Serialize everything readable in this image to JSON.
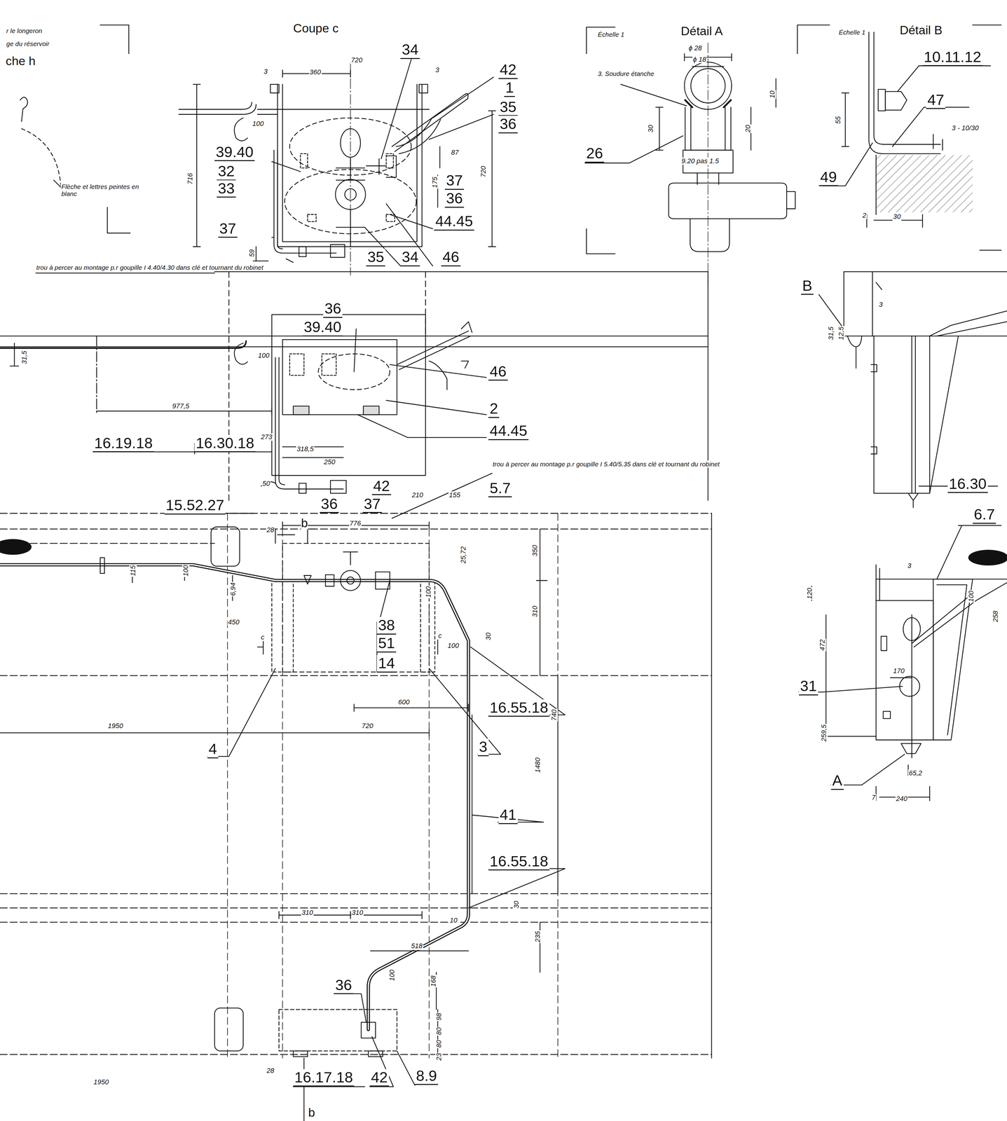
{
  "diagram": {
    "labels": [
      "r le longeron",
      "ge du réservoir",
      "che h",
      "Flèche et lettres peintes en blanc",
      "Coupe c",
      "3",
      "360",
      "720",
      "3",
      "34",
      "42",
      "1",
      "35",
      "36",
      "100",
      "39.40",
      "32",
      "33",
      "716",
      "87",
      "37",
      "36",
      "175",
      "720",
      "44.45",
      "37",
      "59",
      "35",
      "34",
      "46",
      "trou à percer au montage p.r goupille I 4.40/4.30 dans clé et tournant du robinet",
      "Échelle 1",
      "Détail A",
      "ϕ 28",
      "ϕ 18",
      "3. Soudure étanche",
      "10",
      "30",
      "20",
      "26",
      "9.20 pas 1.5",
      "Échelle 1",
      "Détail B",
      "10.11.12",
      "47",
      "55",
      "3 - 10/30",
      "49",
      "2",
      "30",
      "36",
      "39.40",
      "B",
      "31,5",
      "12,5",
      "3",
      "31,5",
      "100",
      "46",
      "2",
      "977,5",
      "44.45",
      "16.19.18",
      "16.30.18",
      "273",
      "318,5",
      "250",
      "trou à percer au montage p.r goupille I 5.40/5.35 dans clé et tournant du robinet",
      "16.30",
      "50",
      "42",
      "5.7",
      "15.52.27",
      "36",
      "37",
      "210",
      "155",
      "6.7",
      "b",
      "776",
      "28",
      "350",
      "25,72",
      "115",
      "100",
      "3",
      "120",
      "6,94",
      "100",
      "100",
      "258",
      "310",
      "450",
      "38",
      "c",
      "c",
      "51",
      "30",
      "472",
      "100",
      "14",
      "170",
      "31",
      "16.55.18",
      "600",
      "740",
      "1950",
      "720",
      "259,5",
      "4",
      "3",
      "1480",
      "65,2",
      "A",
      "7",
      "240",
      "41",
      "16.55.18",
      "30",
      "310",
      "310",
      "10",
      "235",
      "518",
      "168",
      "36",
      "100",
      "98",
      "80",
      "80",
      "23",
      "28",
      "16.17.18",
      "42",
      "8.9",
      "1950",
      "b"
    ]
  }
}
